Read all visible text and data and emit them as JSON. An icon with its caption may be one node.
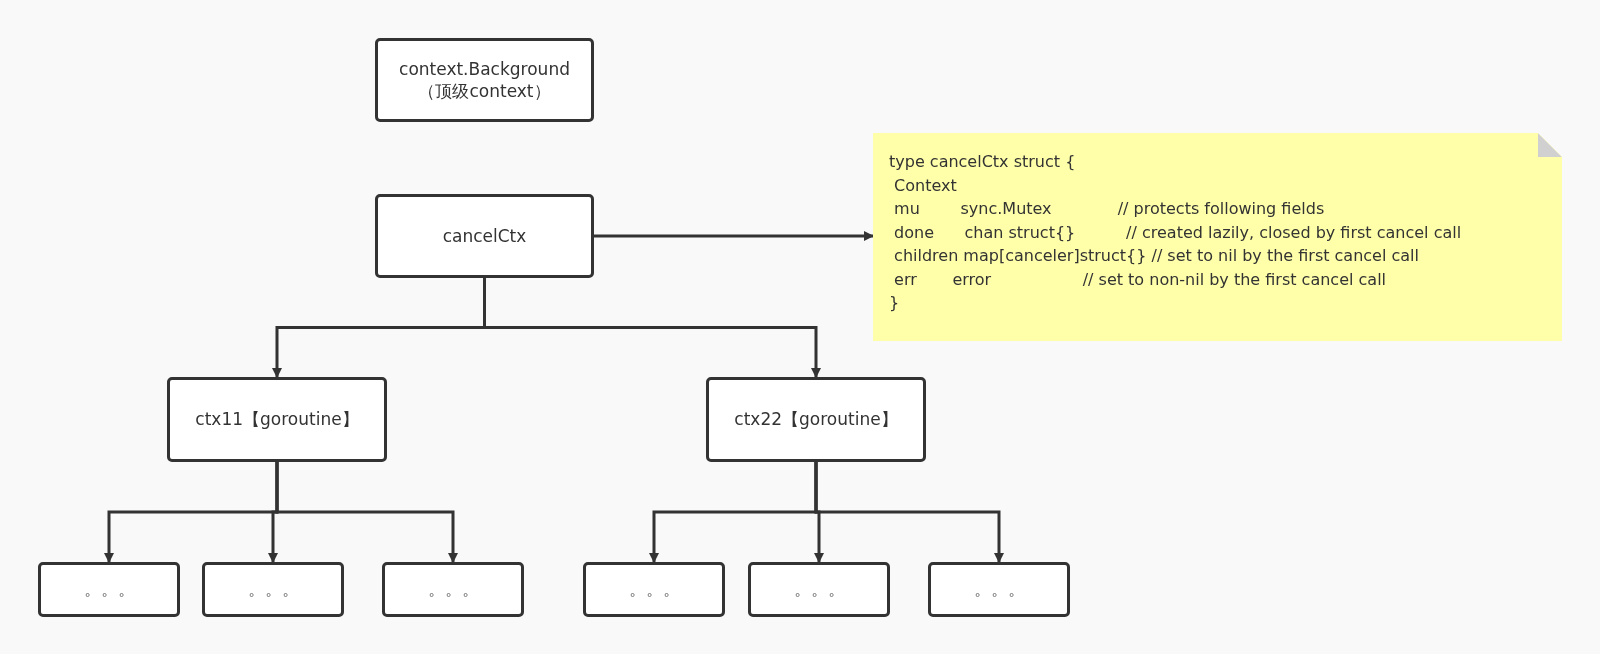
{
  "diagram": {
    "nodes": [
      {
        "text": [
          "context.Background",
          "（顶级context）"
        ]
      },
      {
        "text": [
          "cancelCtx"
        ]
      },
      {
        "text": [
          "type cancelCtx struct {",
          " Context",
          " mu        sync.Mutex             // protects following fields",
          " done      chan struct{}          // created lazily, closed by first cancel call",
          " children map[canceler]struct{} // set to nil by the first cancel call",
          " err       error                  // set to non-nil by the first cancel call",
          "}"
        ]
      },
      {
        "text": [
          "ctx11【goroutine】"
        ]
      },
      {
        "text": [
          "ctx22【goroutine】"
        ]
      },
      {
        "text": [
          "。。。"
        ]
      },
      {
        "text": [
          "。。。"
        ]
      },
      {
        "text": [
          "。。。"
        ]
      },
      {
        "text": [
          "。。。"
        ]
      },
      {
        "text": [
          "。。。"
        ]
      },
      {
        "text": [
          "。。。"
        ]
      }
    ],
    "edges": [
      {
        "from": 1,
        "to": 2,
        "arrow": "to"
      },
      {
        "from": 1,
        "to": 3,
        "arrow": "to"
      },
      {
        "from": 1,
        "to": 4,
        "arrow": "to"
      },
      {
        "from": 3,
        "to": 5,
        "arrow": "to"
      },
      {
        "from": 3,
        "to": 6,
        "arrow": "to"
      },
      {
        "from": 3,
        "to": 7,
        "arrow": "to"
      },
      {
        "from": 4,
        "to": 8,
        "arrow": "to"
      },
      {
        "from": 4,
        "to": 9,
        "arrow": "to"
      },
      {
        "from": 4,
        "to": 10,
        "arrow": "to"
      }
    ]
  }
}
